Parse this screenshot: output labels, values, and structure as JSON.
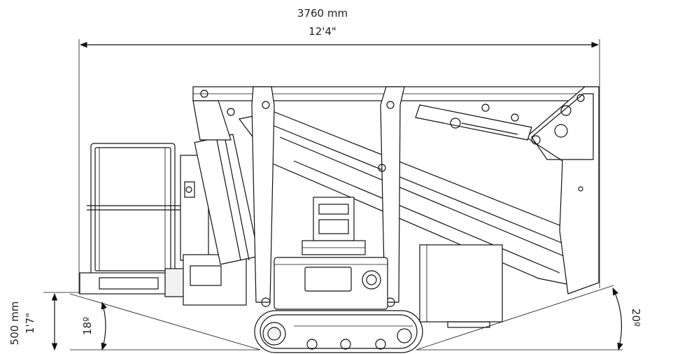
{
  "dimensions": {
    "overall_length_mm": "3760 mm",
    "overall_length_ft": "12'4\"",
    "ground_clearance_mm": "500 mm",
    "ground_clearance_ft": "1'7\"",
    "approach_angle": "18º",
    "departure_angle": "20º"
  },
  "colors": {
    "line": "#111111",
    "background": "#ffffff"
  }
}
